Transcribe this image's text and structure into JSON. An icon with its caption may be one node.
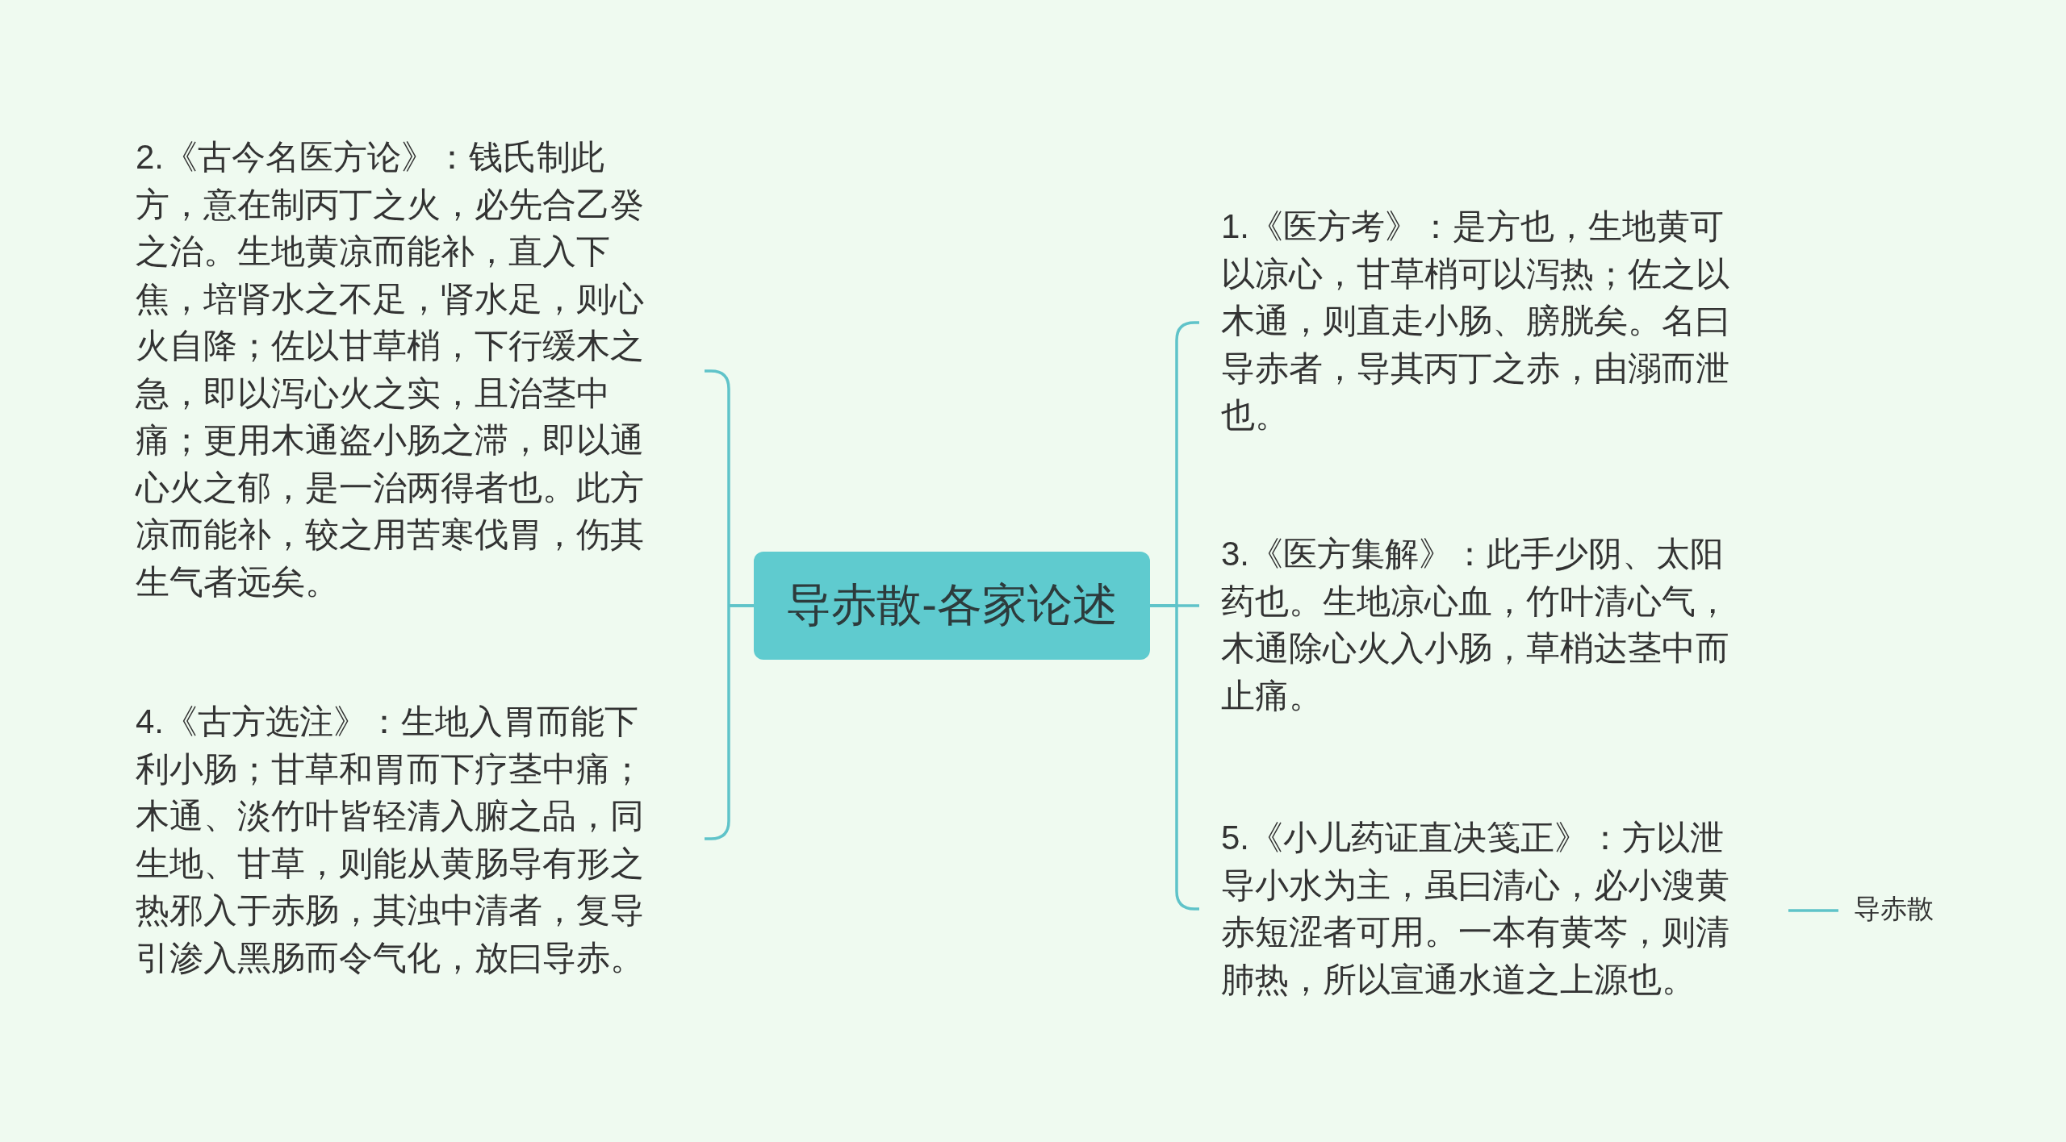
{
  "diagram": {
    "nodes": [
      {
        "text": [
          "导赤散-各家论述"
        ]
      },
      {
        "text": [
          "1.《医方考》：是方也，生地黄可以凉心，甘草梢可以泻热；佐之以木通，则直走小肠、膀胱矣。名曰导赤者，导其丙丁之赤，由溺而泄也。"
        ]
      },
      {
        "text": [
          "2.《古今名医方论》：钱氏制此方，意在制丙丁之火，必先合乙癸之治。生地黄凉而能补，直入下焦，培肾水之不足，肾水足，则心火自降；佐以甘草梢，下行缓木之急，即以泻心火之实，且治茎中痛；更用木通盗小肠之滞，即以通心火之郁，是一治两得者也。此方凉而能补，较之用苦寒伐胃，伤其生气者远矣。"
        ]
      },
      {
        "text": [
          "3.《医方集解》：此手少阴、太阳药也。生地凉心血，竹叶清心气，木通除心火入小肠，草梢达茎中而止痛。"
        ]
      },
      {
        "text": [
          "4.《古方选注》：生地入胃而能下利小肠；甘草和胃而下疗茎中痛；木通、淡竹叶皆轻清入腑之品，同生地、甘草，则能从黄肠导有形之热邪入于赤肠，其浊中清者，复导引渗入黑肠而令气化，放曰导赤。"
        ]
      },
      {
        "text": [
          "5.《小儿药证直决笺正》：方以泄导小水为主，虽曰清心，必小溲黄赤短涩者可用。一本有黄芩，则清肺热，所以宣通水道之上源也。"
        ]
      },
      {
        "text": [
          "导赤散"
        ]
      }
    ],
    "edges": [
      {
        "from": 0,
        "to": 1,
        "arrow": "none"
      },
      {
        "from": 0,
        "to": 2,
        "arrow": "none"
      },
      {
        "from": 0,
        "to": 3,
        "arrow": "none"
      },
      {
        "from": 0,
        "to": 4,
        "arrow": "none"
      },
      {
        "from": 0,
        "to": 5,
        "arrow": "none"
      },
      {
        "from": 5,
        "to": 6,
        "arrow": "none"
      }
    ]
  }
}
